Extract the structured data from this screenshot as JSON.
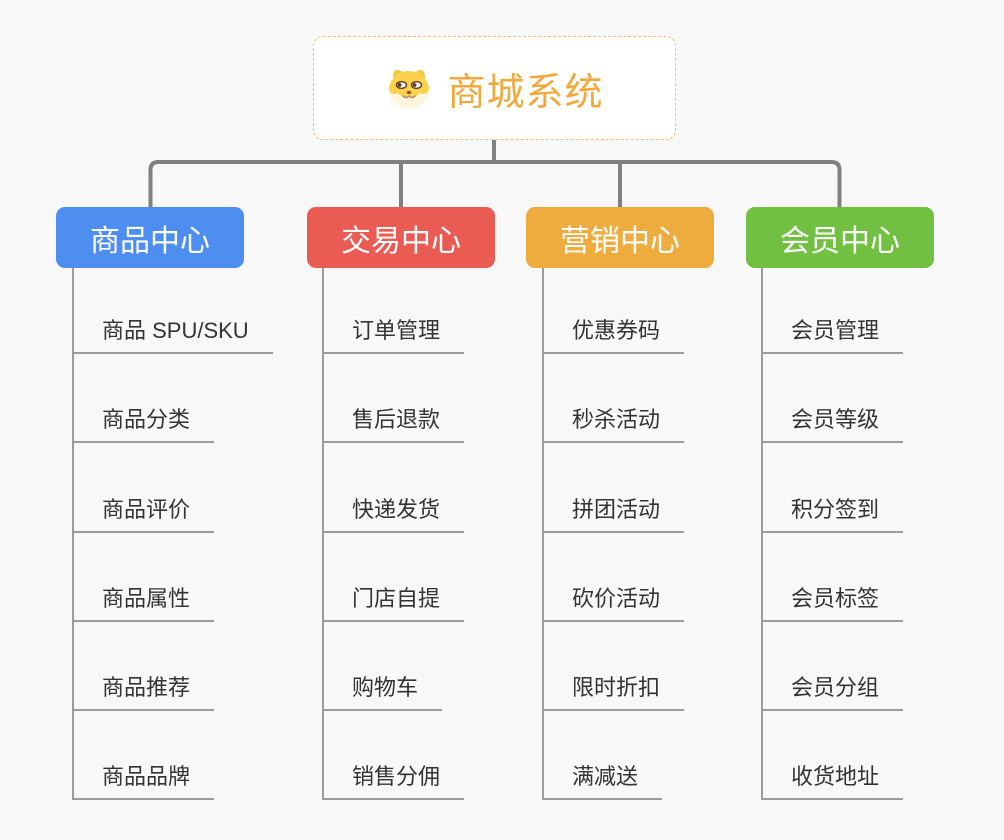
{
  "background_color": "#F8F8F8",
  "root": {
    "title": "商城系统",
    "icon": "shiba-dog-icon",
    "text_color": "#F2A93B",
    "border_color": "#EFC06A"
  },
  "connectors": {
    "bus_color": "#808080",
    "leaf_line_color": "#9B9B9B"
  },
  "branches": [
    {
      "label": "商品中心",
      "color": "#4D8EF0",
      "items": [
        "商品 SPU/SKU",
        "商品分类",
        "商品评价",
        "商品属性",
        "商品推荐",
        "商品品牌"
      ]
    },
    {
      "label": "交易中心",
      "color": "#EA5B54",
      "items": [
        "订单管理",
        "售后退款",
        "快递发货",
        "门店自提",
        "购物车",
        "销售分佣"
      ]
    },
    {
      "label": "营销中心",
      "color": "#EEAC3F",
      "items": [
        "优惠券码",
        "秒杀活动",
        "拼团活动",
        "砍价活动",
        "限时折扣",
        "满减送"
      ]
    },
    {
      "label": "会员中心",
      "color": "#72C041",
      "items": [
        "会员管理",
        "会员等级",
        "积分签到",
        "会员标签",
        "会员分组",
        "收货地址"
      ]
    }
  ]
}
